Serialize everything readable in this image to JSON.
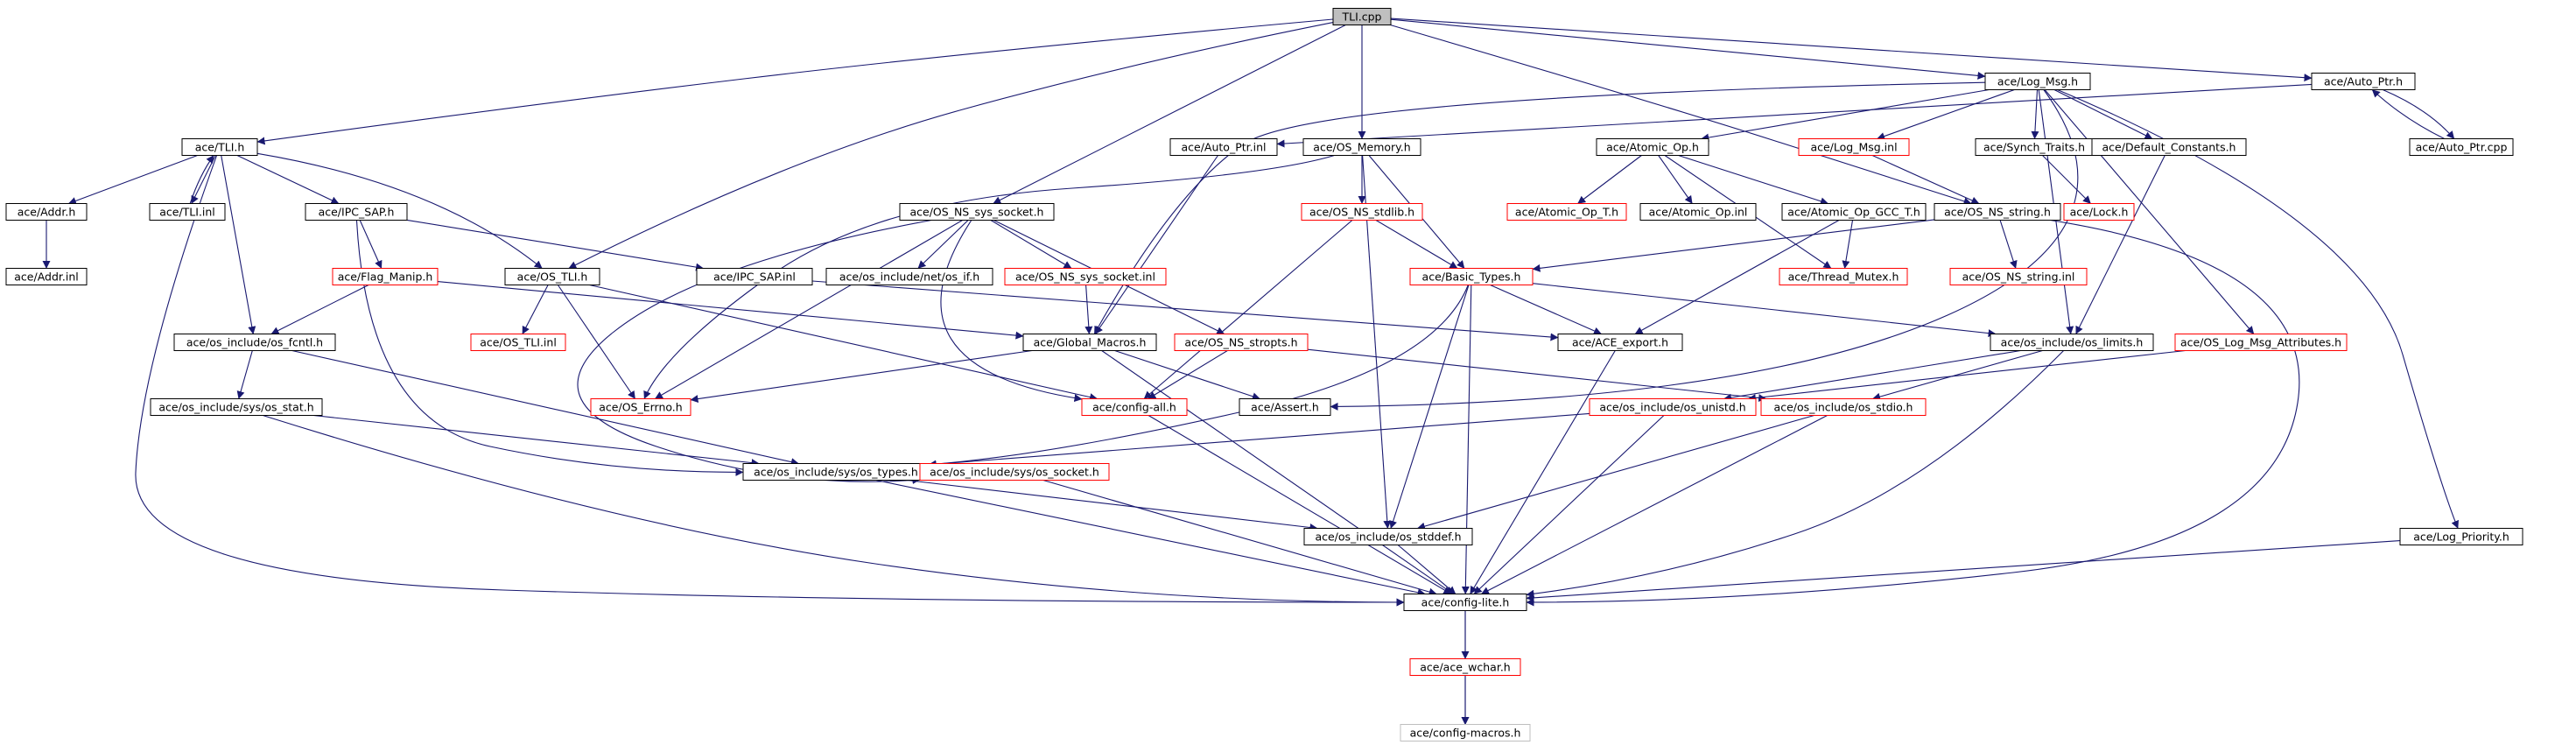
{
  "diagram": {
    "colors": {
      "edge": "#191970",
      "root_fill": "#bfbfbf",
      "normal_border": "#000000",
      "missing_border": "#ff0000",
      "faded_border": "#bfbfbf"
    },
    "nodes": [
      {
        "id": "tli_cpp",
        "label": "TLI.cpp",
        "style": "root"
      },
      {
        "id": "tli_h",
        "label": "ace/TLI.h",
        "style": "normal"
      },
      {
        "id": "addr_h",
        "label": "ace/Addr.h",
        "style": "normal"
      },
      {
        "id": "addr_inl",
        "label": "ace/Addr.inl",
        "style": "normal"
      },
      {
        "id": "tli_inl",
        "label": "ace/TLI.inl",
        "style": "normal"
      },
      {
        "id": "ipc_sap_h",
        "label": "ace/IPC_SAP.h",
        "style": "normal"
      },
      {
        "id": "flag_manip_h",
        "label": "ace/Flag_Manip.h",
        "style": "missing"
      },
      {
        "id": "ipc_sap_inl",
        "label": "ace/IPC_SAP.inl",
        "style": "normal"
      },
      {
        "id": "os_tli_h",
        "label": "ace/OS_TLI.h",
        "style": "normal"
      },
      {
        "id": "os_tli_inl",
        "label": "ace/OS_TLI.inl",
        "style": "missing"
      },
      {
        "id": "os_fcntl_h",
        "label": "ace/os_include/os_fcntl.h",
        "style": "normal"
      },
      {
        "id": "os_stat_h",
        "label": "ace/os_include/sys/os_stat.h",
        "style": "normal"
      },
      {
        "id": "os_types_h",
        "label": "ace/os_include/sys/os_types.h",
        "style": "normal"
      },
      {
        "id": "os_socket_h",
        "label": "ace/os_include/sys/os_socket.h",
        "style": "missing"
      },
      {
        "id": "os_errno_h",
        "label": "ace/OS_Errno.h",
        "style": "missing"
      },
      {
        "id": "os_ns_sys_socket_h",
        "label": "ace/OS_NS_sys_socket.h",
        "style": "normal"
      },
      {
        "id": "os_if_h",
        "label": "ace/os_include/net/os_if.h",
        "style": "normal"
      },
      {
        "id": "os_ns_sys_socket_inl",
        "label": "ace/OS_NS_sys_socket.inl",
        "style": "missing"
      },
      {
        "id": "os_ns_stropts_h",
        "label": "ace/OS_NS_stropts.h",
        "style": "missing"
      },
      {
        "id": "global_macros_h",
        "label": "ace/Global_Macros.h",
        "style": "normal"
      },
      {
        "id": "config_all_h",
        "label": "ace/config-all.h",
        "style": "missing"
      },
      {
        "id": "assert_h",
        "label": "ace/Assert.h",
        "style": "normal"
      },
      {
        "id": "os_memory_h",
        "label": "ace/OS_Memory.h",
        "style": "normal"
      },
      {
        "id": "auto_ptr_inl",
        "label": "ace/Auto_Ptr.inl",
        "style": "normal"
      },
      {
        "id": "os_ns_stdlib_h",
        "label": "ace/OS_NS_stdlib.h",
        "style": "missing"
      },
      {
        "id": "basic_types_h",
        "label": "ace/Basic_Types.h",
        "style": "missing"
      },
      {
        "id": "ace_export_h",
        "label": "ace/ACE_export.h",
        "style": "normal"
      },
      {
        "id": "os_stddef_h",
        "label": "ace/os_include/os_stddef.h",
        "style": "normal"
      },
      {
        "id": "config_lite_h",
        "label": "ace/config-lite.h",
        "style": "normal"
      },
      {
        "id": "ace_wchar_h",
        "label": "ace/ace_wchar.h",
        "style": "missing"
      },
      {
        "id": "config_macros_h",
        "label": "ace/config-macros.h",
        "style": "faded"
      },
      {
        "id": "log_msg_h",
        "label": "ace/Log_Msg.h",
        "style": "normal"
      },
      {
        "id": "atomic_op_h",
        "label": "ace/Atomic_Op.h",
        "style": "normal"
      },
      {
        "id": "atomic_op_t_h",
        "label": "ace/Atomic_Op_T.h",
        "style": "missing"
      },
      {
        "id": "atomic_op_inl",
        "label": "ace/Atomic_Op.inl",
        "style": "normal"
      },
      {
        "id": "atomic_op_gcc_t_h",
        "label": "ace/Atomic_Op_GCC_T.h",
        "style": "normal"
      },
      {
        "id": "thread_mutex_h",
        "label": "ace/Thread_Mutex.h",
        "style": "missing"
      },
      {
        "id": "log_msg_inl",
        "label": "ace/Log_Msg.inl",
        "style": "missing"
      },
      {
        "id": "synch_traits_h",
        "label": "ace/Synch_Traits.h",
        "style": "normal"
      },
      {
        "id": "lock_h",
        "label": "ace/Lock.h",
        "style": "missing"
      },
      {
        "id": "os_ns_string_h",
        "label": "ace/OS_NS_string.h",
        "style": "normal"
      },
      {
        "id": "os_ns_string_inl",
        "label": "ace/OS_NS_string.inl",
        "style": "missing"
      },
      {
        "id": "default_constants_h",
        "label": "ace/Default_Constants.h",
        "style": "normal"
      },
      {
        "id": "os_limits_h",
        "label": "ace/os_include/os_limits.h",
        "style": "normal"
      },
      {
        "id": "os_unistd_h",
        "label": "ace/os_include/os_unistd.h",
        "style": "missing"
      },
      {
        "id": "os_stdio_h",
        "label": "ace/os_include/os_stdio.h",
        "style": "missing"
      },
      {
        "id": "os_log_msg_attributes_h",
        "label": "ace/OS_Log_Msg_Attributes.h",
        "style": "missing"
      },
      {
        "id": "log_priority_h",
        "label": "ace/Log_Priority.h",
        "style": "normal"
      },
      {
        "id": "auto_ptr_h",
        "label": "ace/Auto_Ptr.h",
        "style": "normal"
      },
      {
        "id": "auto_ptr_cpp",
        "label": "ace/Auto_Ptr.cpp",
        "style": "normal"
      }
    ],
    "edges": [
      [
        "tli_cpp",
        "tli_h"
      ],
      [
        "tli_cpp",
        "os_tli_h"
      ],
      [
        "tli_cpp",
        "os_ns_sys_socket_h"
      ],
      [
        "tli_cpp",
        "os_memory_h"
      ],
      [
        "tli_cpp",
        "log_msg_h"
      ],
      [
        "tli_cpp",
        "os_ns_string_h"
      ],
      [
        "tli_cpp",
        "auto_ptr_h"
      ],
      [
        "tli_h",
        "addr_h"
      ],
      [
        "tli_h",
        "tli_inl"
      ],
      [
        "tli_h",
        "ipc_sap_h"
      ],
      [
        "tli_h",
        "os_tli_h"
      ],
      [
        "tli_h",
        "os_fcntl_h"
      ],
      [
        "tli_h",
        "config_lite_h"
      ],
      [
        "tli_inl",
        "tli_h"
      ],
      [
        "addr_h",
        "addr_inl"
      ],
      [
        "ipc_sap_h",
        "flag_manip_h"
      ],
      [
        "ipc_sap_h",
        "ipc_sap_inl"
      ],
      [
        "ipc_sap_h",
        "os_types_h"
      ],
      [
        "flag_manip_h",
        "os_fcntl_h"
      ],
      [
        "flag_manip_h",
        "global_macros_h"
      ],
      [
        "ipc_sap_inl",
        "ace_export_h"
      ],
      [
        "os_tli_h",
        "os_tli_inl"
      ],
      [
        "os_tli_h",
        "os_errno_h"
      ],
      [
        "os_tli_h",
        "config_all_h"
      ],
      [
        "os_fcntl_h",
        "os_stat_h"
      ],
      [
        "os_fcntl_h",
        "os_types_h"
      ],
      [
        "os_stat_h",
        "os_types_h"
      ],
      [
        "os_stat_h",
        "config_lite_h"
      ],
      [
        "os_types_h",
        "os_stddef_h"
      ],
      [
        "os_types_h",
        "config_lite_h"
      ],
      [
        "os_socket_h",
        "config_lite_h"
      ],
      [
        "os_ns_sys_socket_h",
        "os_if_h"
      ],
      [
        "os_ns_sys_socket_h",
        "os_ns_sys_socket_inl"
      ],
      [
        "os_ns_sys_socket_h",
        "os_ns_stropts_h"
      ],
      [
        "os_ns_sys_socket_h",
        "config_all_h"
      ],
      [
        "os_ns_sys_socket_h",
        "os_socket_h"
      ],
      [
        "os_ns_sys_socket_h",
        "os_errno_h"
      ],
      [
        "os_ns_sys_socket_inl",
        "global_macros_h"
      ],
      [
        "os_ns_stropts_h",
        "config_all_h"
      ],
      [
        "os_ns_stropts_h",
        "os_stdio_h"
      ],
      [
        "global_macros_h",
        "os_errno_h"
      ],
      [
        "global_macros_h",
        "assert_h"
      ],
      [
        "global_macros_h",
        "config_lite_h"
      ],
      [
        "config_all_h",
        "config_lite_h"
      ],
      [
        "os_memory_h",
        "os_ns_stdlib_h"
      ],
      [
        "os_memory_h",
        "basic_types_h"
      ],
      [
        "os_memory_h",
        "os_stddef_h"
      ],
      [
        "os_memory_h",
        "os_errno_h"
      ],
      [
        "auto_ptr_inl",
        "global_macros_h"
      ],
      [
        "os_ns_stdlib_h",
        "basic_types_h"
      ],
      [
        "os_ns_stdlib_h",
        "config_all_h"
      ],
      [
        "basic_types_h",
        "ace_export_h"
      ],
      [
        "basic_types_h",
        "os_limits_h"
      ],
      [
        "basic_types_h",
        "os_stddef_h"
      ],
      [
        "basic_types_h",
        "config_lite_h"
      ],
      [
        "basic_types_h",
        "os_types_h"
      ],
      [
        "ace_export_h",
        "config_lite_h"
      ],
      [
        "os_stddef_h",
        "config_lite_h"
      ],
      [
        "config_lite_h",
        "ace_wchar_h"
      ],
      [
        "config_lite_h",
        "config_macros_h"
      ],
      [
        "ace_wchar_h",
        "config_macros_h"
      ],
      [
        "log_msg_h",
        "atomic_op_h"
      ],
      [
        "log_msg_h",
        "log_msg_inl"
      ],
      [
        "log_msg_h",
        "synch_traits_h"
      ],
      [
        "log_msg_h",
        "default_constants_h"
      ],
      [
        "log_msg_h",
        "os_log_msg_attributes_h"
      ],
      [
        "log_msg_h",
        "log_priority_h"
      ],
      [
        "log_msg_h",
        "os_limits_h"
      ],
      [
        "log_msg_h",
        "global_macros_h"
      ],
      [
        "log_msg_h",
        "assert_h"
      ],
      [
        "atomic_op_h",
        "atomic_op_t_h"
      ],
      [
        "atomic_op_h",
        "atomic_op_inl"
      ],
      [
        "atomic_op_h",
        "atomic_op_gcc_t_h"
      ],
      [
        "atomic_op_h",
        "thread_mutex_h"
      ],
      [
        "atomic_op_gcc_t_h",
        "thread_mutex_h"
      ],
      [
        "atomic_op_gcc_t_h",
        "ace_export_h"
      ],
      [
        "log_msg_inl",
        "os_ns_string_h"
      ],
      [
        "synch_traits_h",
        "lock_h"
      ],
      [
        "os_ns_string_h",
        "os_ns_string_inl"
      ],
      [
        "os_ns_string_h",
        "basic_types_h"
      ],
      [
        "os_ns_string_h",
        "config_lite_h"
      ],
      [
        "default_constants_h",
        "os_limits_h"
      ],
      [
        "os_limits_h",
        "os_unistd_h"
      ],
      [
        "os_limits_h",
        "os_stdio_h"
      ],
      [
        "os_limits_h",
        "config_lite_h"
      ],
      [
        "os_unistd_h",
        "os_types_h"
      ],
      [
        "os_unistd_h",
        "config_lite_h"
      ],
      [
        "os_stdio_h",
        "os_stddef_h"
      ],
      [
        "os_stdio_h",
        "config_lite_h"
      ],
      [
        "os_log_msg_attributes_h",
        "os_unistd_h"
      ],
      [
        "log_priority_h",
        "config_lite_h"
      ],
      [
        "auto_ptr_h",
        "auto_ptr_inl"
      ],
      [
        "auto_ptr_h",
        "auto_ptr_cpp"
      ],
      [
        "auto_ptr_cpp",
        "auto_ptr_h"
      ]
    ]
  }
}
